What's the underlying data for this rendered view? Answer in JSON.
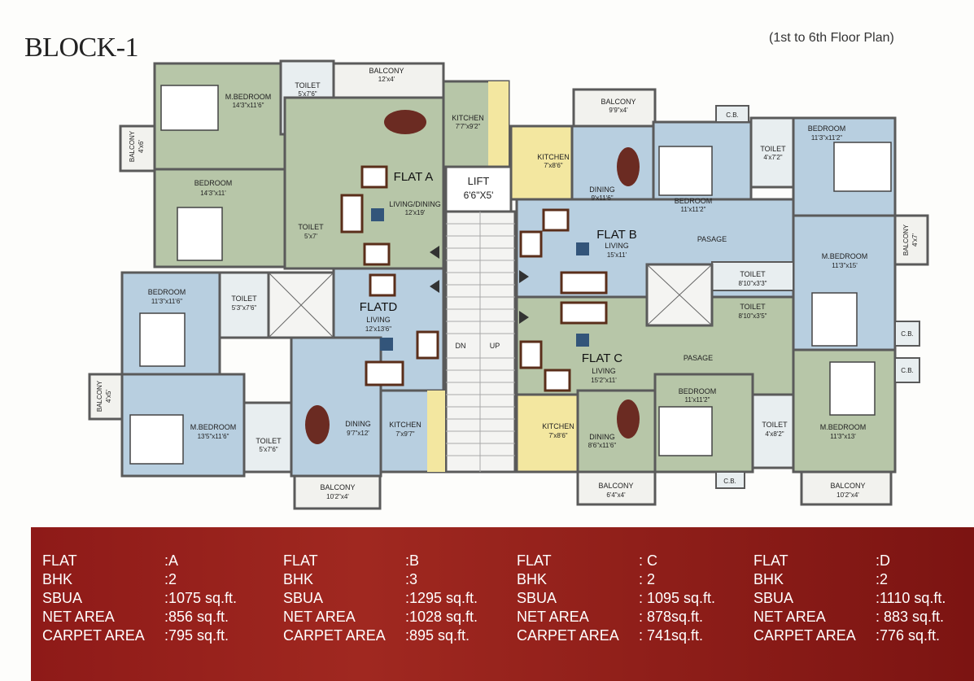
{
  "header": {
    "title": "BLOCK-1",
    "subtitle": "(1st to 6th Floor Plan)"
  },
  "flats": {
    "a": {
      "name": "FLAT A",
      "sub": "LIVING/DINING",
      "dim": "12'x19'"
    },
    "b": {
      "name": "FLAT B",
      "sub": "LIVING",
      "dim": "15'x11'"
    },
    "c": {
      "name": "FLAT C",
      "sub": "LIVING",
      "dim": "15'2\"x11'"
    },
    "d": {
      "name": "FLATD",
      "sub": "LIVING",
      "dim": "12'x13'6\""
    }
  },
  "rooms": {
    "mbed_a": {
      "name": "M.BEDROOM",
      "dim": "14'3\"x11'6\""
    },
    "bed_a": {
      "name": "BEDROOM",
      "dim": "14'3\"x11'"
    },
    "toilet_a1": {
      "name": "TOILET",
      "dim": "5'x7'6\""
    },
    "toilet_a2": {
      "name": "TOILET",
      "dim": "5'x7'"
    },
    "balcony_a": {
      "name": "BALCONY",
      "dim": "12'x4'"
    },
    "kitchen_a": {
      "name": "KITCHEN",
      "dim": "7'7\"x9'2\""
    },
    "balcony_left_top": {
      "name": "BALCONY",
      "dim": "4'x6'"
    },
    "lift": {
      "name": "LIFT",
      "dim": "6'6\"X5'"
    },
    "balcony_b": {
      "name": "BALCONY",
      "dim": "9'9\"x4'"
    },
    "cb_b": {
      "name": "C.B."
    },
    "kitchen_b": {
      "name": "KITCHEN",
      "dim": "7'x8'6\""
    },
    "dining_b": {
      "name": "DINING",
      "dim": "9'x11'6\""
    },
    "bed_b1": {
      "name": "BEDROOM",
      "dim": "11'x11'2\""
    },
    "toilet_b1": {
      "name": "TOILET",
      "dim": "4'x7'2\""
    },
    "bed_b2": {
      "name": "BEDROOM",
      "dim": "11'3\"x11'2\""
    },
    "passage_b": {
      "name": "PASAGE"
    },
    "balcony_right": {
      "name": "BALCONY",
      "dim": "4'x7'"
    },
    "mbed_b": {
      "name": "M.BEDROOM",
      "dim": "11'3\"x15'"
    },
    "toilet_b2": {
      "name": "TOILET",
      "dim": "8'10\"x3'3\""
    },
    "toilet_c1": {
      "name": "TOILET",
      "dim": "8'10\"x3'5\""
    },
    "cb_r1": {
      "name": "C.B."
    },
    "cb_r2": {
      "name": "C.B."
    },
    "passage_c": {
      "name": "PASAGE"
    },
    "bed_c": {
      "name": "BEDROOM",
      "dim": "11'x11'2\""
    },
    "toilet_c2": {
      "name": "TOILET",
      "dim": "4'x8'2\""
    },
    "mbed_c": {
      "name": "M.BEDROOM",
      "dim": "11'3\"x13'"
    },
    "kitchen_c": {
      "name": "KITCHEN",
      "dim": "7'x8'6\""
    },
    "dining_c": {
      "name": "DINING",
      "dim": "8'6\"x11'6\""
    },
    "balcony_c1": {
      "name": "BALCONY",
      "dim": "6'4\"x4'"
    },
    "cb_c": {
      "name": "C.B."
    },
    "balcony_c2": {
      "name": "BALCONY",
      "dim": "10'2\"x4'"
    },
    "bed_d": {
      "name": "BEDROOM",
      "dim": "11'3\"x11'6\""
    },
    "toilet_d1": {
      "name": "TOILET",
      "dim": "5'3\"x7'6\""
    },
    "balcony_left_bottom": {
      "name": "BALCONY",
      "dim": "4'x5'"
    },
    "mbed_d": {
      "name": "M.BEDROOM",
      "dim": "13'5\"x11'6\""
    },
    "toilet_d2": {
      "name": "TOILET",
      "dim": "5'x7'6\""
    },
    "dining_d": {
      "name": "DINING",
      "dim": "9'7\"x12'"
    },
    "kitchen_d": {
      "name": "KITCHEN",
      "dim": "7'x9'7\""
    },
    "balcony_d": {
      "name": "BALCONY",
      "dim": "10'2\"x4'"
    },
    "stairs_dn": {
      "name": "DN"
    },
    "stairs_up": {
      "name": "UP"
    }
  },
  "colors": {
    "green": "#b7c6a8",
    "blue": "#b8cfe0",
    "yellow": "#f3e7a0",
    "wall": "#5a5a5a",
    "band": "#9b231d"
  },
  "table": [
    {
      "flat_label": "FLAT",
      "flat": ":A",
      "bhk_label": "BHK",
      "bhk": ":2",
      "sbua_label": "SBUA",
      "sbua": ":1075 sq.ft.",
      "net_label": "NET AREA",
      "net": ":856 sq.ft.",
      "carpet_label": "CARPET AREA",
      "carpet": ":795 sq.ft."
    },
    {
      "flat_label": "FLAT",
      "flat": ":B",
      "bhk_label": "BHK",
      "bhk": ":3",
      "sbua_label": "SBUA",
      "sbua": ":1295 sq.ft.",
      "net_label": "NET AREA",
      "net": ":1028 sq.ft.",
      "carpet_label": "CARPET AREA",
      "carpet": ":895 sq.ft."
    },
    {
      "flat_label": "FLAT",
      "flat": ": C",
      "bhk_label": "BHK",
      "bhk": ": 2",
      "sbua_label": "SBUA",
      "sbua": ": 1095 sq.ft.",
      "net_label": "NET AREA",
      "net": ": 878sq.ft.",
      "carpet_label": "CARPET AREA",
      "carpet": ": 741sq.ft."
    },
    {
      "flat_label": "FLAT",
      "flat": ":D",
      "bhk_label": "BHK",
      "bhk": ":2",
      "sbua_label": "SBUA",
      "sbua": ":1110 sq.ft.",
      "net_label": "NET AREA",
      "net": ": 883 sq.ft.",
      "carpet_label": "CARPET AREA",
      "carpet": ":776 sq.ft."
    }
  ]
}
